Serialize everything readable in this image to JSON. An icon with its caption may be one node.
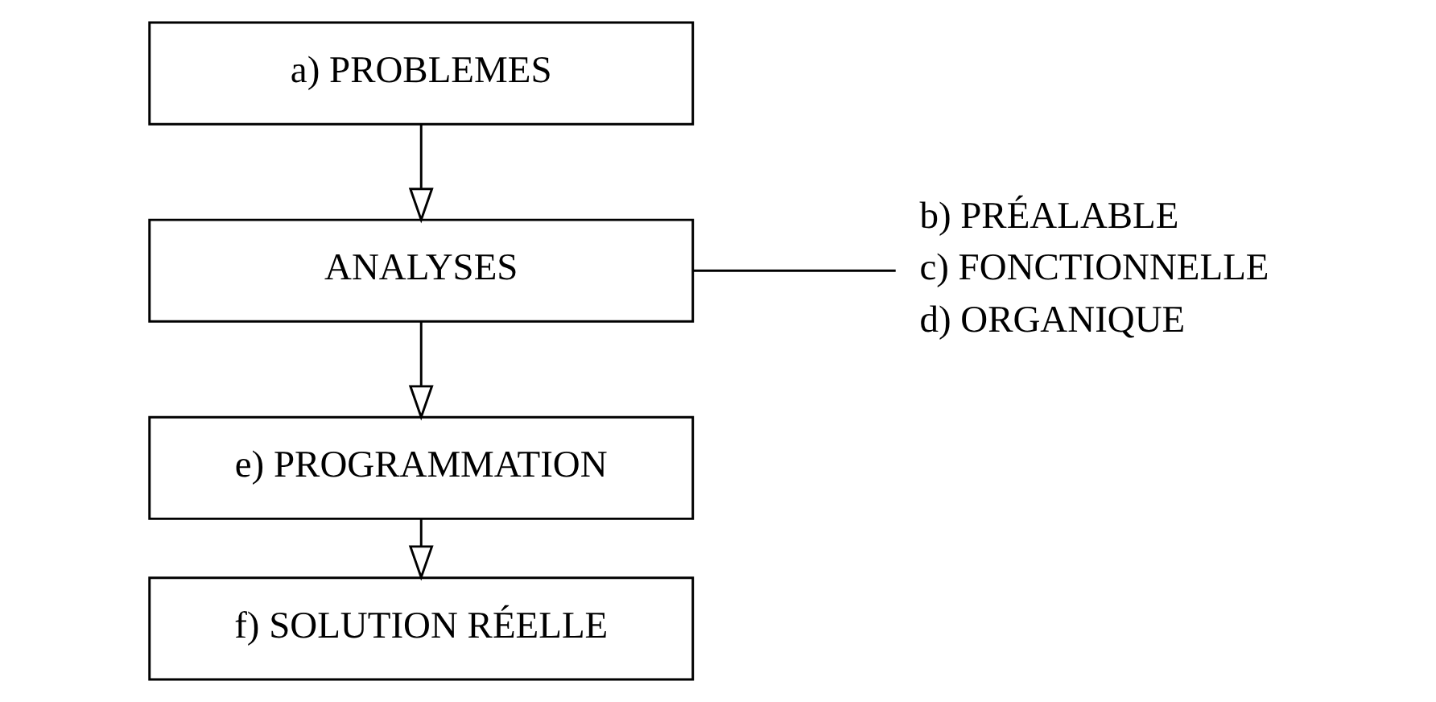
{
  "diagram": {
    "nodes": [
      {
        "text": [
          "a) PROBLEMES"
        ]
      },
      {
        "text": [
          "ANALYSES"
        ]
      },
      {
        "text": [
          "e) PROGRAMMATION"
        ]
      },
      {
        "text": [
          "f) SOLUTION RÉELLE"
        ]
      }
    ],
    "edges": [
      {
        "from": 0,
        "to": 1,
        "arrow": "to"
      },
      {
        "from": 1,
        "to": 2,
        "arrow": "to"
      },
      {
        "from": 2,
        "to": 3,
        "arrow": "to"
      }
    ],
    "labels": [
      "b) PRÉALABLE",
      "c) FONCTIONNELLE",
      "d) ORGANIQUE"
    ]
  }
}
